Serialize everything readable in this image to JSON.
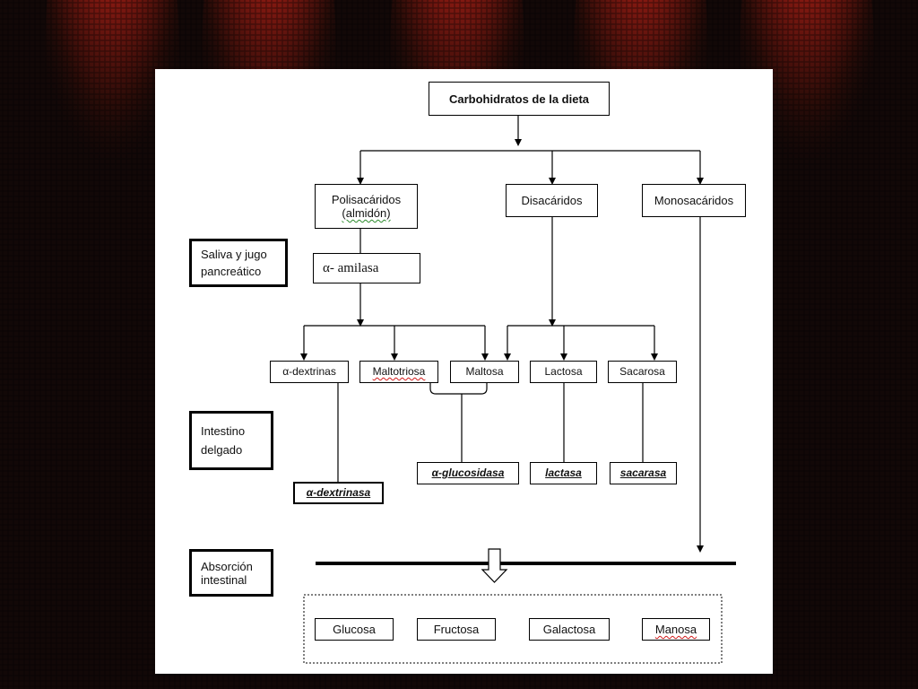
{
  "title": "Carbohidratos de la dieta",
  "categories": {
    "polisacaridos_line1": "Polisacáridos",
    "polisacaridos_line2": "(almidón)",
    "disacaridos": "Disacáridos",
    "monosacaridos": "Monosacáridos"
  },
  "stages": {
    "saliva_line1": "Saliva y jugo",
    "saliva_line2": "pancreático",
    "intestino_line1": "Intestino",
    "intestino_line2": "delgado",
    "absorcion_line1": "Absorción",
    "absorcion_line2": "intestinal"
  },
  "amilasa": "α- amilasa",
  "intermediates": {
    "dextrinas": "α-dextrinas",
    "maltotriosa": "Maltotriosa",
    "maltosa": "Maltosa",
    "lactosa": "Lactosa",
    "sacarosa": "Sacarosa"
  },
  "enzymes": {
    "dextrinasa": "α-dextrinasa",
    "glucosidasa": "α-glucosidasa",
    "lactasa": "lactasa",
    "sacarasa": "sacarasa"
  },
  "products": {
    "glucosa": "Glucosa",
    "fructosa": "Fructosa",
    "galactosa": "Galactosa",
    "manosa": "Manosa"
  },
  "colors": {
    "backdrop_dark": "#120807",
    "spotlight_red": "#b8261c",
    "slide_background": "#ffffff",
    "line": "#000000"
  }
}
